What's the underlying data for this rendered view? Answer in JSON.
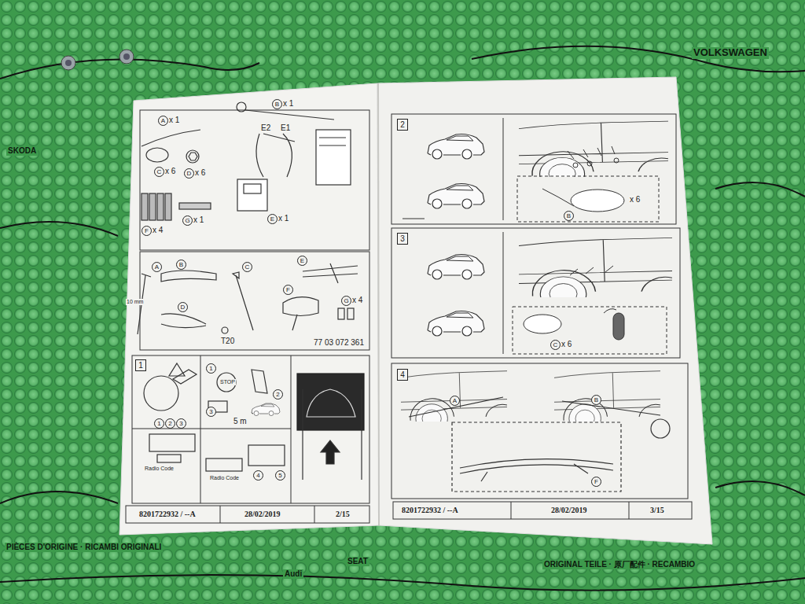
{
  "diagram": {
    "labels": [
      "A",
      "x 1",
      "B",
      "x 1",
      "E2",
      "E1",
      "C",
      "x 6",
      "D",
      "x 6",
      "E",
      "x 1",
      "F",
      "x 4",
      "G",
      "x 1",
      "A",
      "10 mm",
      "B",
      "C",
      "D",
      "E",
      "F",
      "T20",
      "G",
      "x 4",
      "77 03 072 361",
      "1",
      "STOP",
      "1",
      "2",
      "3",
      "5 m",
      "Radio Code",
      "1",
      "2",
      "3",
      "Radio Code",
      "4",
      "5",
      "8201722932 / --A",
      "28/02/2019",
      "2/15",
      "2",
      "x 6",
      "B",
      "3",
      "C",
      "x 6",
      "4",
      "A",
      "B",
      "F",
      "8201722932 / --A",
      "28/02/2019",
      "3/15",
      "VOLKSWAGEN",
      "PIÈCES D'ORIGINE · RICAMBI ORIGINALI",
      "ORIGINAL TEILE · 原厂配件 · RECAMBIO",
      "SKODA",
      "SEAT",
      "Audi"
    ]
  }
}
